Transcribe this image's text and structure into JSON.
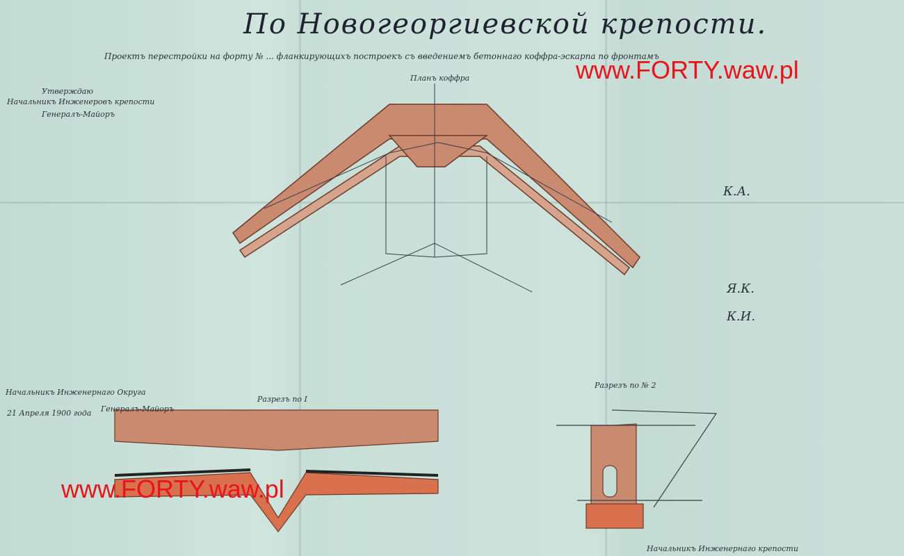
{
  "title": "По Новогеоргиевской крепости.",
  "subtitle": "Проектъ перестройки на форту № ... фланкирующихъ построекъ съ введениемъ бетоннаго коффра-эскарпа по фронтамъ",
  "watermark": "www.FORTY.waw.pl",
  "labels": {
    "plan": "Планъ коффра",
    "section1": "Разрезъ по I",
    "section2": "Разрезъ по № 2"
  },
  "left_notes": [
    "Утверждаю",
    "Начальникъ Инженеровъ крепости",
    "Генералъ-Майоръ"
  ],
  "bottom_left_notes": [
    "Начальникъ Инженернаго Округа",
    "Генералъ-Майоръ",
    "21 Апреля 1900 года"
  ],
  "signatures": [
    "К.А.",
    "Я.К.",
    "К.И."
  ],
  "bottom_right_note": "Начальникъ Инженернаго крепости",
  "colors": {
    "paper": "#c6ddd6",
    "masonry": "#c98a70",
    "ink": "#2b2f3a",
    "watermark": "#e8141b"
  }
}
